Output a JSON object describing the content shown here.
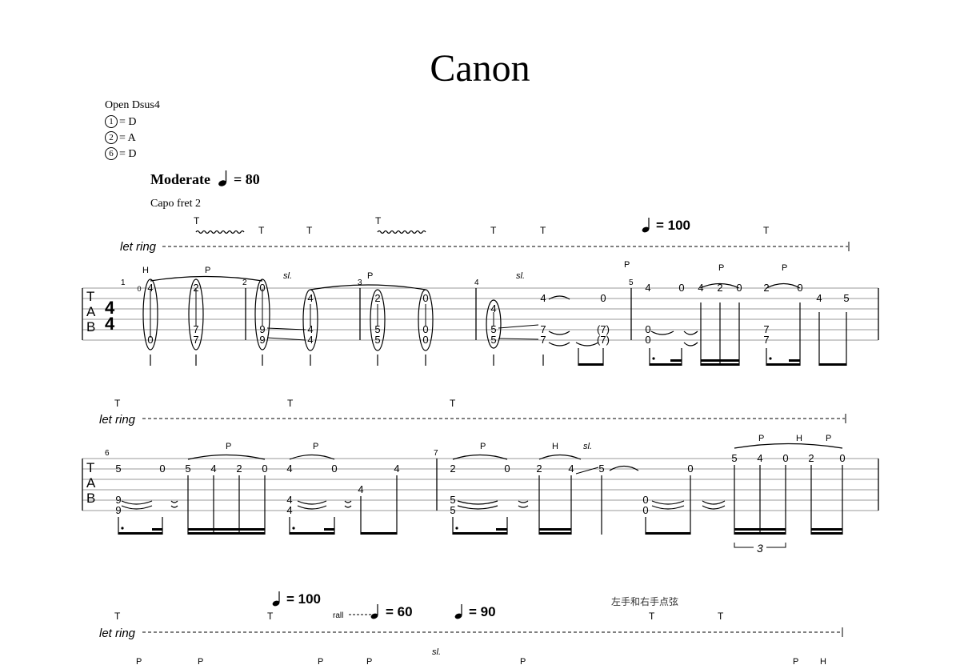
{
  "title": "Canon",
  "tuning": {
    "name": "Open Dsus4",
    "strings": [
      {
        "num": "1",
        "note": "= D"
      },
      {
        "num": "2",
        "note": "= A"
      },
      {
        "num": "6",
        "note": "= D"
      }
    ]
  },
  "tempo": {
    "label": "Moderate",
    "bpm_text": "= 80"
  },
  "capo": "Capo fret 2",
  "tab_clef": [
    "T",
    "A",
    "B"
  ],
  "time_sig": [
    "4",
    "4"
  ],
  "let_ring": "let ring",
  "tap_mark": "T",
  "tempo_marks": {
    "t100": "= 100",
    "rall": "rall",
    "t60": "= 60",
    "t90": "= 90"
  },
  "chinese_note": "左手和右手点弦",
  "techniques": {
    "hammer": "H",
    "pull": "P",
    "slide": "sl."
  },
  "measures": [
    "1",
    "2",
    "3",
    "4",
    "5",
    "6",
    "7"
  ],
  "triplet": "3",
  "system1_frets": {
    "m1": [
      "0",
      "4",
      "0",
      "2",
      "7",
      "7"
    ],
    "m2": [
      "0",
      "9",
      "9",
      "4",
      "4",
      "4"
    ],
    "m3": [
      "2",
      "5",
      "5",
      "0",
      "0",
      "0"
    ],
    "m4": [
      "4",
      "5",
      "5",
      "7",
      "7",
      "4",
      "0",
      "(7)",
      "(7)"
    ],
    "m5": [
      "4",
      "0",
      "0",
      "0",
      "4",
      "2",
      "0",
      "2",
      "7",
      "7",
      "0",
      "4",
      "5"
    ]
  },
  "system2_frets": {
    "m6": [
      "5",
      "9",
      "9",
      "0",
      "5",
      "4",
      "2",
      "0",
      "4",
      "4",
      "4",
      "0",
      "4",
      "4"
    ],
    "m7": [
      "2",
      "5",
      "5",
      "0",
      "2",
      "4",
      "5",
      "0",
      "0",
      "0",
      "5",
      "4",
      "0",
      "2",
      "0"
    ]
  }
}
